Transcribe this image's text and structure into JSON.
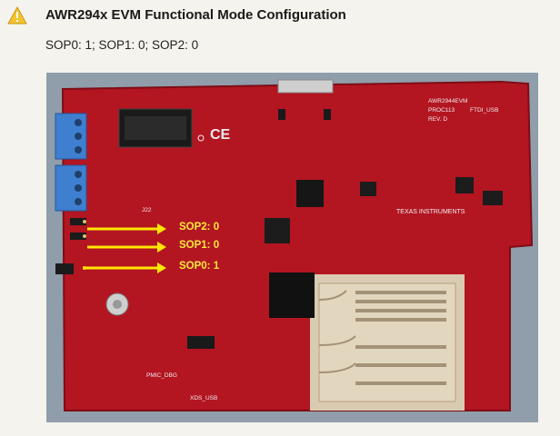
{
  "header": {
    "icon": "warning-icon",
    "title": "AWR294x EVM Functional Mode Configuration",
    "subtitle": "SOP0: 1; SOP1: 0; SOP2: 0"
  },
  "photo": {
    "sop_labels": [
      "SOP2: 0",
      "SOP1: 0",
      "SOP0: 1"
    ],
    "board_text": {
      "model": "AWR2944EVM",
      "rev": "PROC113",
      "rev2": "REV. D",
      "brand": "TEXAS INSTRUMENTS",
      "ce": "CE",
      "jumper": "J22",
      "ftdi": "FTDI_USB",
      "xds": "XDS_USB",
      "pmic": "PMIC_DBG"
    },
    "colors": {
      "pcb": "#b31521",
      "arrow": "#ffe600",
      "label": "#ffe83a",
      "terminal": "#3f7fd0"
    }
  }
}
